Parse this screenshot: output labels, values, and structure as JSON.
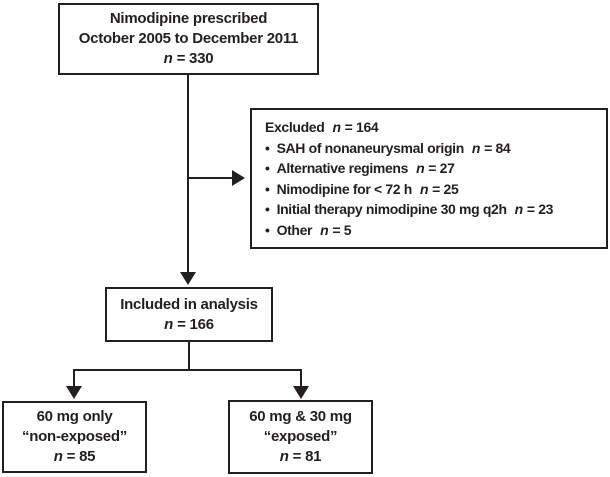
{
  "colors": {
    "ink": "#231f20",
    "background": "#ffffff"
  },
  "flowchart": {
    "top_box": {
      "line1": "Nimodipine prescribed",
      "line2": "October 2005 to December 2011",
      "n_var": "n",
      "n_eq": "= 330"
    },
    "excluded_box": {
      "title": "Excluded",
      "title_n_var": "n",
      "title_n_eq": "= 164",
      "bullet": "•",
      "items": [
        {
          "text": "SAH of nonaneurysmal origin",
          "n_var": "n",
          "n_eq": "= 84"
        },
        {
          "text": "Alternative regimens",
          "n_var": "n",
          "n_eq": "= 27"
        },
        {
          "text": "Nimodipine for < 72 h",
          "n_var": "n",
          "n_eq": "= 25"
        },
        {
          "text": "Initial therapy nimodipine 30 mg q2h",
          "n_var": "n",
          "n_eq": "= 23"
        },
        {
          "text": "Other",
          "n_var": "n",
          "n_eq": "= 5"
        }
      ]
    },
    "included_box": {
      "line1": "Included in analysis",
      "n_var": "n",
      "n_eq": "= 166"
    },
    "non_exposed_box": {
      "line1": "60 mg only",
      "line2": "“non-exposed”",
      "n_var": "n",
      "n_eq": "= 85"
    },
    "exposed_box": {
      "line1": "60 mg & 30 mg",
      "line2": "“exposed”",
      "n_var": "n",
      "n_eq": "= 81"
    }
  }
}
